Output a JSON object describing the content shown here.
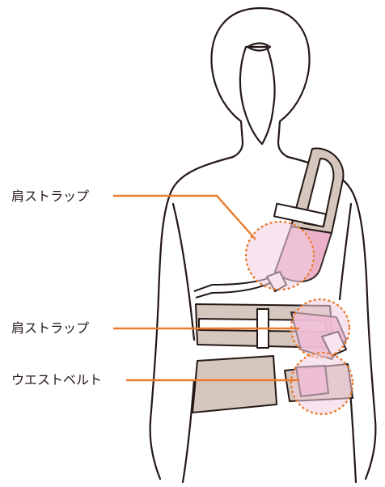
{
  "labels": {
    "shoulder_strap_upper": "肩ストラップ",
    "shoulder_strap_lower": "肩ストラップ",
    "waist_belt": "ウエストベルト"
  },
  "colors": {
    "outline": "#231815",
    "leader_line": "#ea7a2c",
    "strap_fill": "#d5c7bd",
    "buckle_fill": "#e9a9c4",
    "highlight_fill": "#f3cee0",
    "highlight_border": "#ea7a2c"
  }
}
